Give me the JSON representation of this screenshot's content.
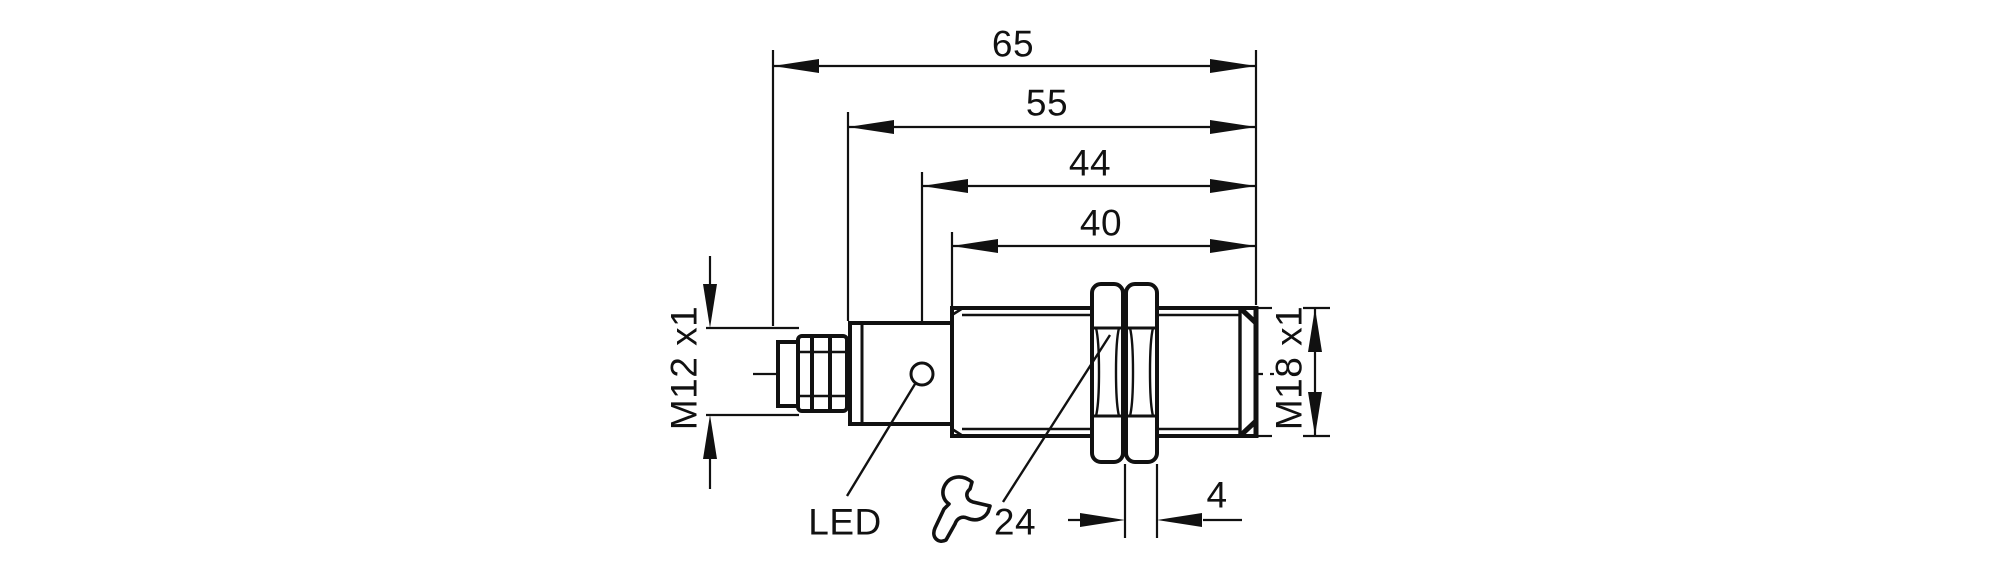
{
  "drawing": {
    "type": "technical-dimension-drawing",
    "subject": "Inductive proximity sensor, side view with dimensions (mm)",
    "colors": {
      "line": "#111111",
      "background": "#ffffff"
    },
    "dimensions": {
      "overall_length": "65",
      "housing_length": "55",
      "led_position": "44",
      "thread_length": "40",
      "connector_thread": "M12 x1",
      "barrel_thread": "M18 x1",
      "locknut_width": "4",
      "wrench_size": "24"
    },
    "labels": {
      "led": "LED"
    },
    "icons": {
      "wrench": "wrench-icon",
      "led_indicator": "led-indicator-crosshair"
    }
  }
}
